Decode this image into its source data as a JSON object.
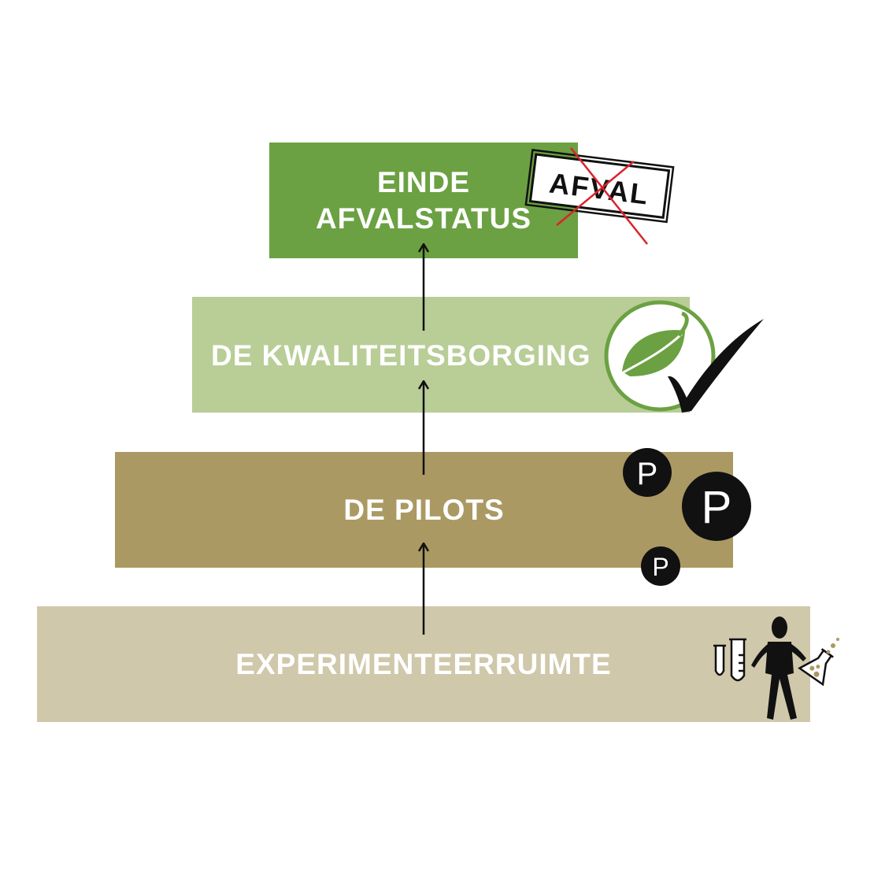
{
  "levels": [
    {
      "line1": "EINDE",
      "line2": "AFVALSTATUS"
    },
    {
      "label": "DE KWALITEITSBORGING"
    },
    {
      "label": "DE PILOTS"
    },
    {
      "label": "EXPERIMENTEERRUIMTE"
    }
  ],
  "stamp": {
    "text": "AFVAL"
  },
  "pilots_badges": {
    "large": "P",
    "top": "P",
    "small": "P"
  },
  "colors": {
    "level1": "#6ba142",
    "level2": "#b9cd97",
    "level3": "#ab9963",
    "level4": "#d0c8ab",
    "cross": "#d9232d"
  },
  "icons": [
    "afval-stamp-icon",
    "leaf-badge-icon",
    "checkmark-icon",
    "parking-badge-icon",
    "test-tubes-icon",
    "person-icon",
    "flask-icon"
  ]
}
